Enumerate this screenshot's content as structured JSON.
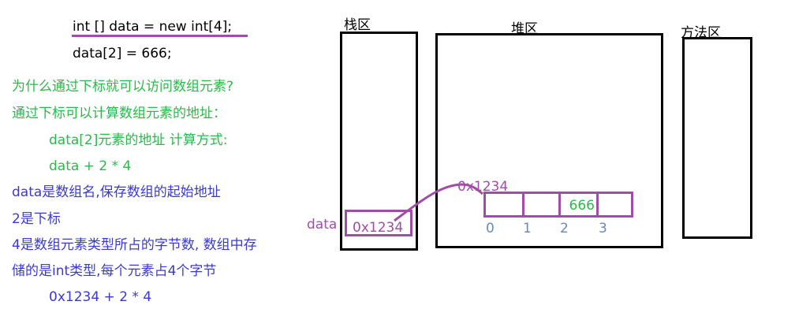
{
  "code": {
    "line1": "int  [] data = new  int[4];",
    "line2": "data[2] = 666;"
  },
  "explanation": {
    "q": "为什么通过下标就可以访问数组元素?",
    "a": "通过下标可以计算数组元素的地址：",
    "formula_label": "data[2]元素的地址 计算方式:",
    "formula": "data + 2 * 4",
    "note1": "data是数组名,保存数组的起始地址",
    "note2": "2是下标",
    "note3a": "4是数组元素类型所占的字节数, 数组中存",
    "note3b": "储的是int类型,每个元素占4个字节",
    "result": "0x1234 + 2 * 4"
  },
  "memory": {
    "stack_label": "栈区",
    "heap_label": "堆区",
    "method_label": "方法区",
    "var_name": "data",
    "var_value": "0x1234",
    "array_address": "0x1234",
    "array_cells": [
      "",
      "",
      "666",
      ""
    ],
    "indices": [
      "0",
      "1",
      "2",
      "3"
    ]
  }
}
